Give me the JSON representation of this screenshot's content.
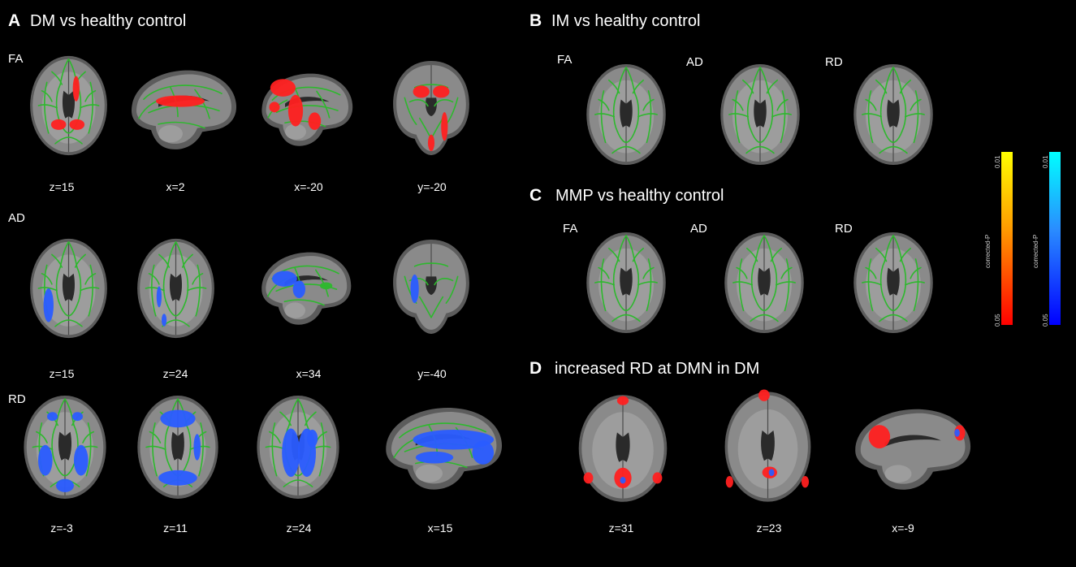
{
  "panels": {
    "A": {
      "letter": "A",
      "title": "DM vs healthy control"
    },
    "B": {
      "letter": "B",
      "title": "IM vs healthy control"
    },
    "C": {
      "letter": "C",
      "title": "MMP vs healthy control"
    },
    "D": {
      "letter": "D",
      "title": "increased RD at DMN in DM"
    }
  },
  "measures": {
    "fa": "FA",
    "ad": "AD",
    "rd": "RD"
  },
  "coords": {
    "a_fa": [
      "z=15",
      "x=2",
      "x=-20",
      "y=-20"
    ],
    "a_ad": [
      "z=15",
      "z=24",
      "x=34",
      "y=-40"
    ],
    "a_rd": [
      "z=-3",
      "z=11",
      "z=24",
      "x=15"
    ],
    "d": [
      "z=31",
      "z=23",
      "x=-9"
    ]
  },
  "colorbars": {
    "red_yellow": {
      "top": "0.01",
      "bottom": "0.05",
      "name": "corrected-P",
      "color_top": "#ffff00",
      "color_bottom": "#ff0000"
    },
    "blue_cyan": {
      "top": "0.01",
      "bottom": "0.05",
      "name": "corrected-P",
      "color_top": "#00ffff",
      "color_bottom": "#0000ff"
    }
  },
  "colors": {
    "tract": "#2db82d",
    "increase": "#ff2020",
    "decrease": "#2a5cff",
    "brain": "#8a8a8a"
  },
  "icons": {
    "brain": "brain-slice-icon"
  }
}
